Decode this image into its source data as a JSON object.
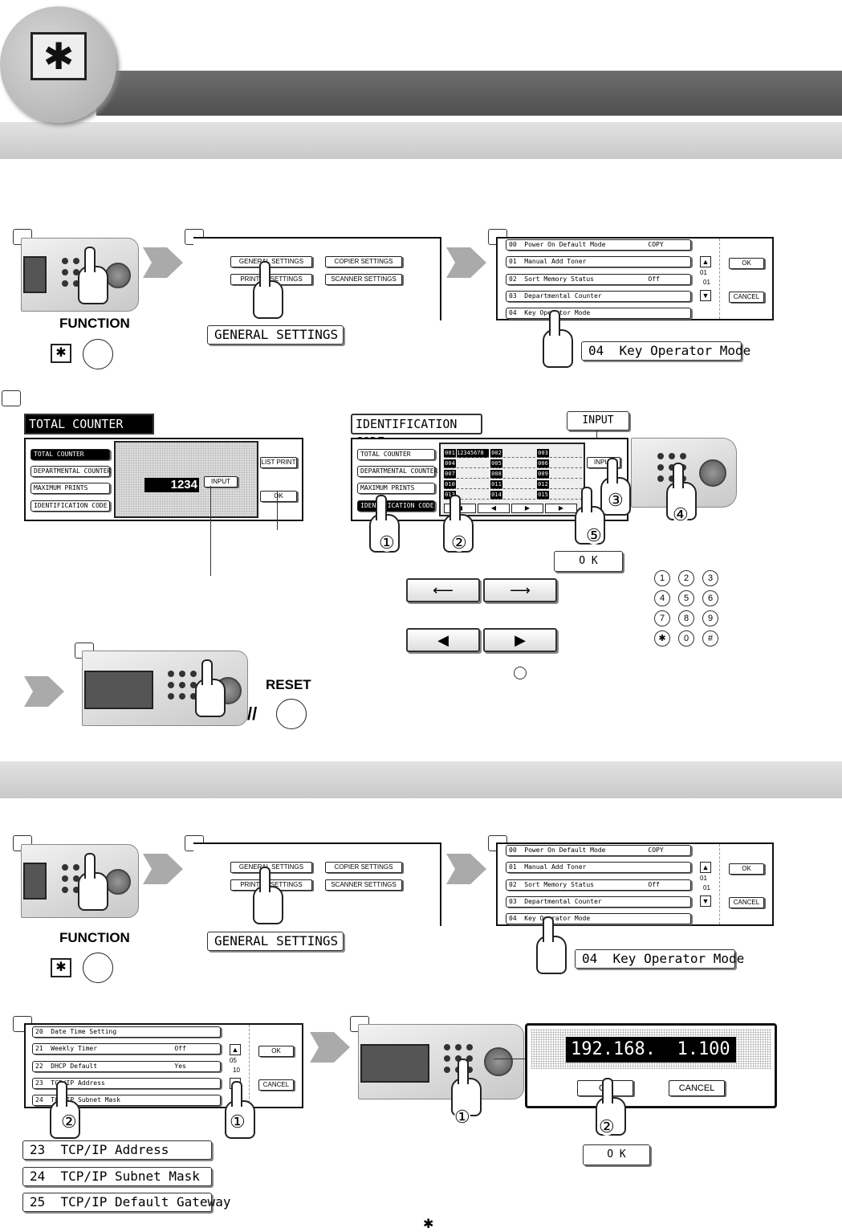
{
  "header": {
    "symbol": "✱"
  },
  "sec1": {
    "step1": {
      "label": "FUNCTION",
      "key_symbol": "✱"
    },
    "step2": {
      "btn_general": "GENERAL SETTINGS",
      "btn_copier": "COPIER SETTINGS",
      "btn_printer": "PRINTER SETTINGS",
      "btn_scanner": "SCANNER SETTINGS",
      "tag": "GENERAL SETTINGS"
    },
    "step3": {
      "rows": [
        "00  Power On Default Mode           COPY",
        "01  Manual Add Toner",
        "02  Sort Memory Status              Off",
        "03  Departmental Counter",
        "04  Key Operator Mode"
      ],
      "page_top": "01",
      "page_bottom": "01",
      "ok": "OK",
      "cancel": "CANCEL",
      "tag": "04  Key Operator Mode"
    },
    "step4": {
      "title_left": "TOTAL COUNTER",
      "menu": [
        "TOTAL COUNTER",
        "DEPARTMENTAL COUNTER",
        "MAXIMUM PRINTS",
        "IDENTIFICATION CODE"
      ],
      "counter_value": "1234",
      "input": "INPUT",
      "list_print": "LIST PRINT",
      "ok": "OK",
      "title_right": "IDENTIFICATION CODE",
      "input_btn": "INPUT",
      "id_cells": [
        [
          "001",
          "12345678",
          "002",
          "",
          "003",
          ""
        ],
        [
          "004",
          "",
          "005",
          "",
          "006",
          ""
        ],
        [
          "007",
          "",
          "008",
          "",
          "009",
          ""
        ],
        [
          "010",
          "",
          "011",
          "",
          "012",
          ""
        ],
        [
          "013",
          "",
          "014",
          "",
          "015",
          ""
        ]
      ],
      "ok_button": "O K",
      "callouts": [
        "①",
        "②",
        "③",
        "④",
        "⑤"
      ]
    },
    "keypad": [
      [
        "1",
        "2",
        "3"
      ],
      [
        "4",
        "5",
        "6"
      ],
      [
        "7",
        "8",
        "9"
      ],
      [
        "✱",
        "0",
        "#"
      ]
    ],
    "step5": {
      "label": "RESET",
      "symbol": "//"
    }
  },
  "sec2": {
    "step1": {
      "label": "FUNCTION",
      "key_symbol": "✱"
    },
    "step2": {
      "btn_general": "GENERAL SETTINGS",
      "btn_copier": "COPIER SETTINGS",
      "btn_printer": "PRINTER SETTINGS",
      "btn_scanner": "SCANNER SETTINGS",
      "tag": "GENERAL SETTINGS"
    },
    "step3": {
      "rows": [
        "00  Power On Default Mode           COPY",
        "01  Manual Add Toner",
        "02  Sort Memory Status              Off",
        "03  Departmental Counter",
        "04  Key Operator Mode"
      ],
      "page_top": "01",
      "page_bottom": "01",
      "ok": "OK",
      "cancel": "CANCEL",
      "tag": "04  Key Operator Mode"
    },
    "step4": {
      "rows": [
        "20  Date Time Setting",
        "21  Weekly Timer                    Off",
        "22  DHCP Default                    Yes",
        "23  TCP/IP Address",
        "24  TCP/IP Subnet Mask"
      ],
      "page_top": "05",
      "page_bottom": "10",
      "ok": "OK",
      "cancel": "CANCEL",
      "tags": [
        "23  TCP/IP Address",
        "24  TCP/IP Subnet Mask",
        "25  TCP/IP Default Gateway"
      ],
      "callouts": [
        "②",
        "①"
      ]
    },
    "step5": {
      "ip": "192.168.  1.100",
      "ok": "OK",
      "cancel": "CANCEL",
      "ok_button": "O K",
      "callouts": [
        "①",
        "②"
      ]
    }
  },
  "footer": {
    "symbol": "✱"
  }
}
